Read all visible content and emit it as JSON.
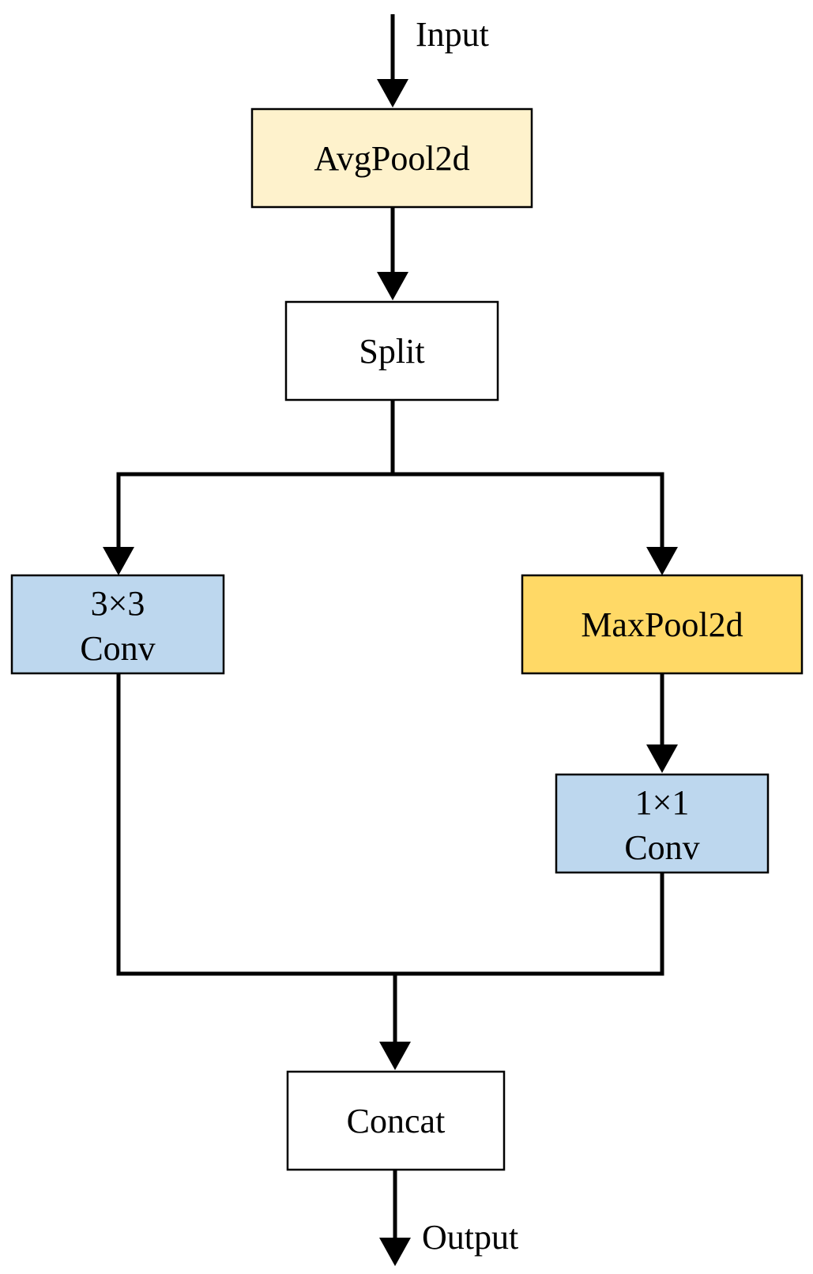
{
  "diagram": {
    "input_label": "Input",
    "output_label": "Output",
    "nodes": {
      "avgpool": {
        "label": "AvgPool2d",
        "fill": "#FEF2CC"
      },
      "split": {
        "label": "Split",
        "fill": "#FFFFFF"
      },
      "conv3x3": {
        "line1": "3×3",
        "line2": "Conv",
        "fill": "#BDD7EE"
      },
      "maxpool": {
        "label": "MaxPool2d",
        "fill": "#FFD966"
      },
      "conv1x1": {
        "line1": "1×1",
        "line2": "Conv",
        "fill": "#BDD7EE"
      },
      "concat": {
        "label": "Concat",
        "fill": "#FFFFFF"
      }
    }
  }
}
